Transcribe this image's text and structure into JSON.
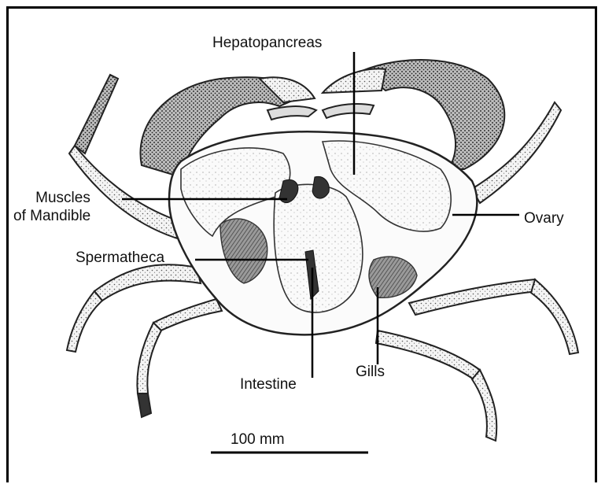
{
  "labels": {
    "hepatopancreas": "Hepatopancreas",
    "muscles_line1": "Muscles",
    "muscles_line2": "of Mandible",
    "ovary": "Ovary",
    "spermatheca": "Spermatheca",
    "intestine": "Intestine",
    "gills": "Gills"
  },
  "scale_bar": {
    "label": "100 mm"
  }
}
